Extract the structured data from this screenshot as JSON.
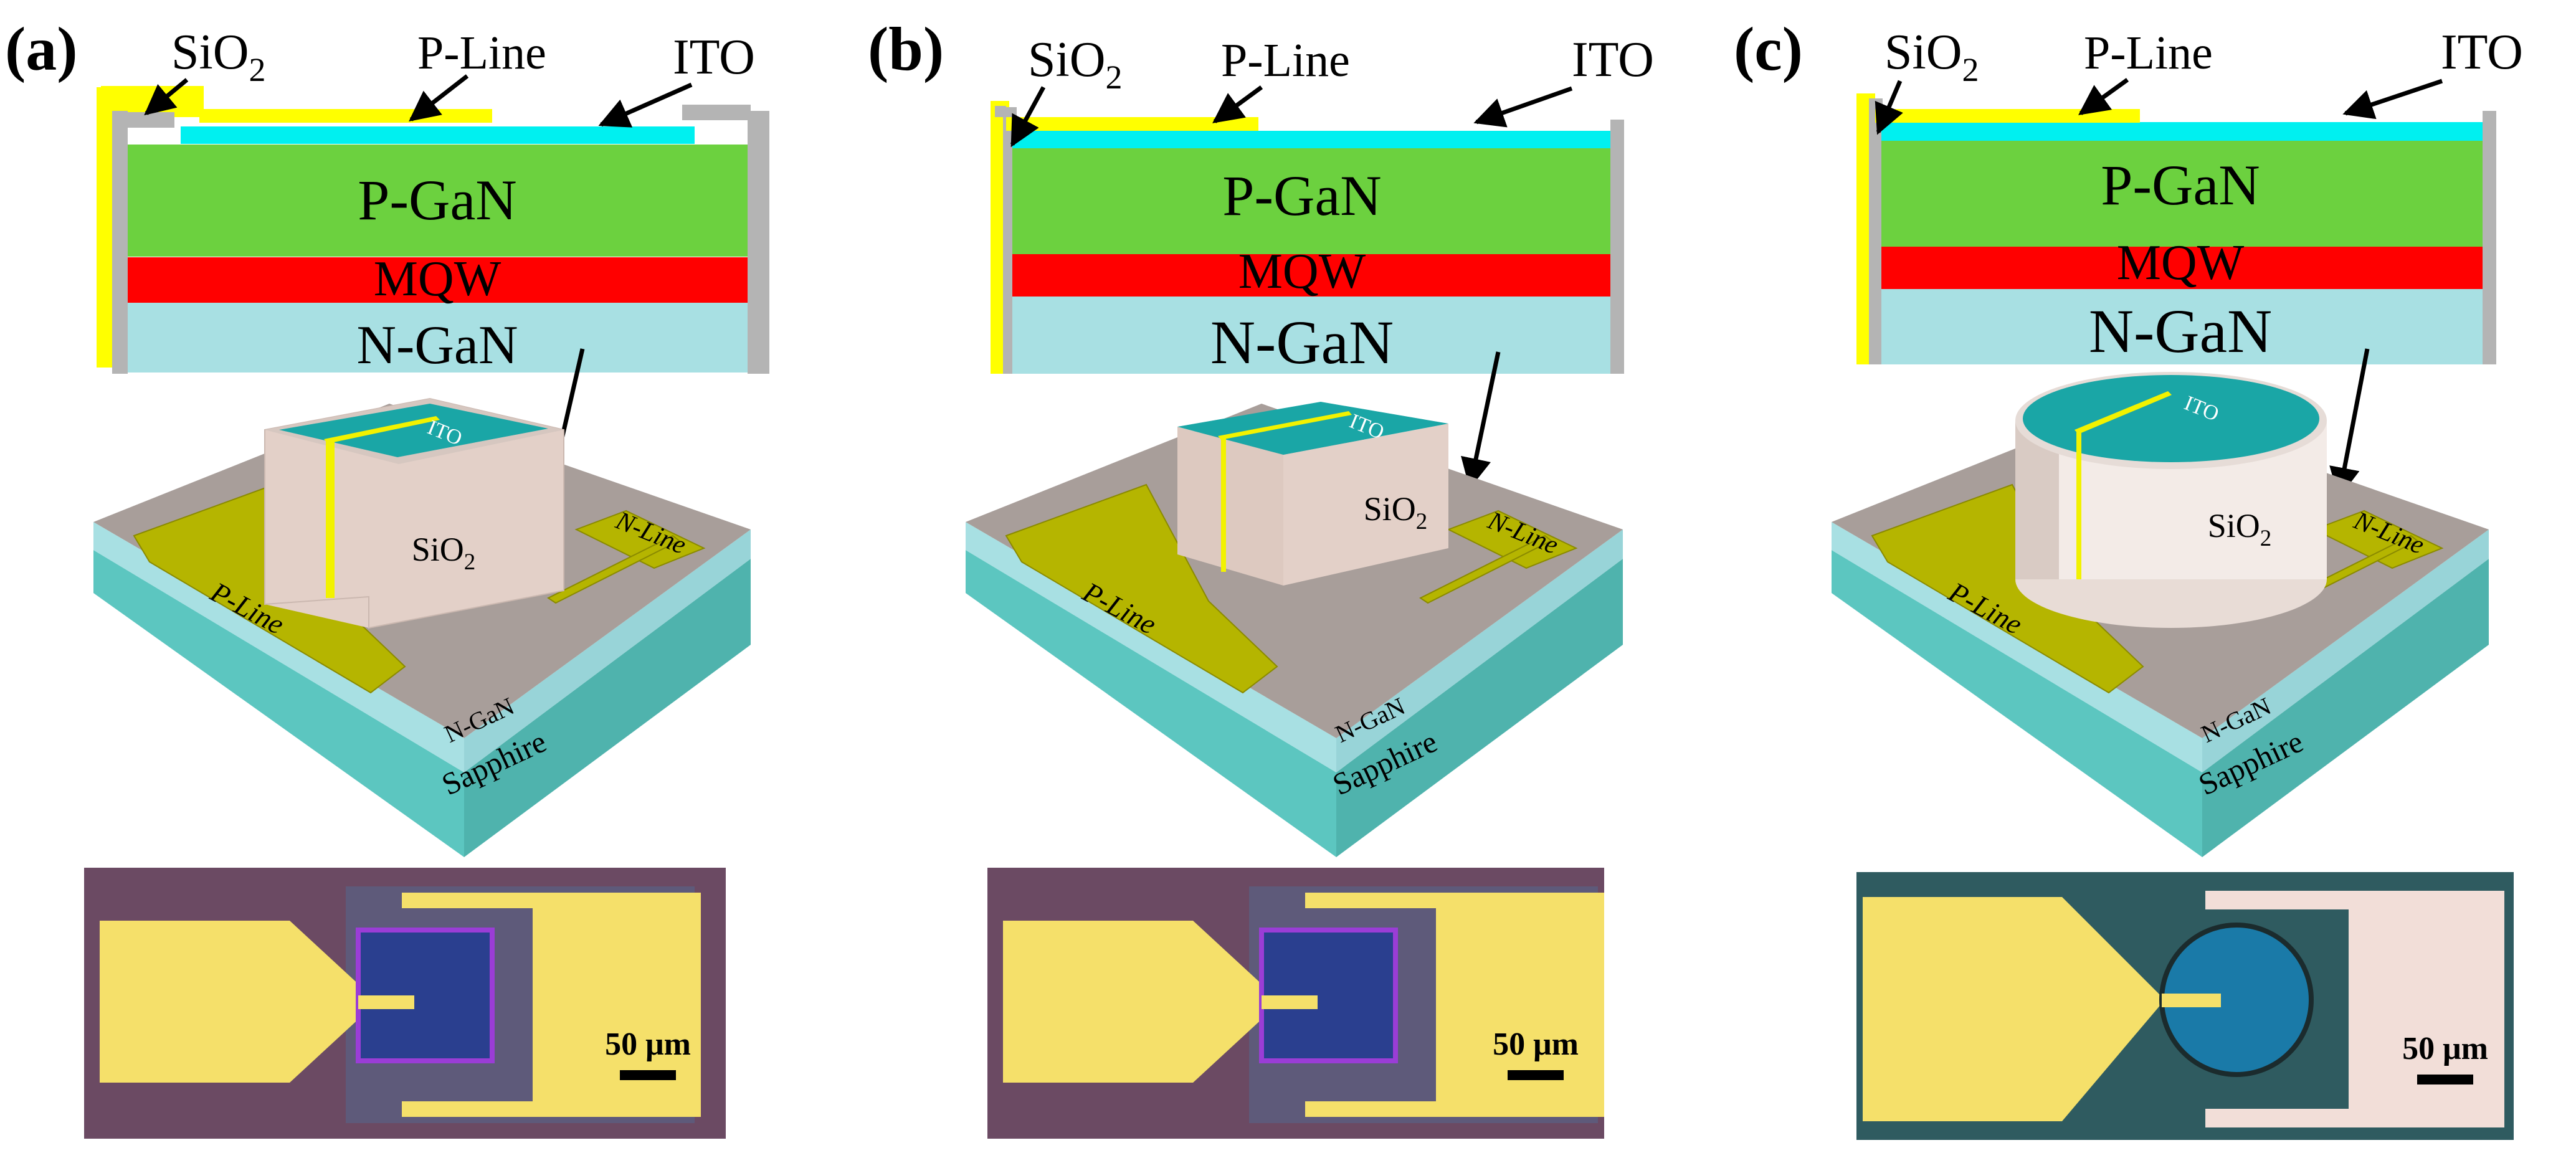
{
  "colors": {
    "p_gan": "#6cd13f",
    "mqw": "#ff0000",
    "n_gan": "#a8e0e3",
    "sio2": "#b4b4b4",
    "p_line": "#ffff00",
    "ito": "#00f0f0",
    "sapphire": "#5cc6c0",
    "pad": "#f5e06a",
    "sio2_3d": "#e3d0c8",
    "ito_3d": "#1aa6a6",
    "top_surface": "#a89e9a",
    "line_3d": "#b5b500"
  },
  "panels": [
    {
      "label": "(a)",
      "layers": {
        "p_gan": "P-GaN",
        "mqw": "MQW",
        "n_gan": "N-GaN"
      },
      "callouts": {
        "sio2": "SiO",
        "sio2_sub": "2",
        "p_line": "P-Line",
        "ito": "ITO"
      },
      "model": {
        "ito": "ITO",
        "sio2": "SiO",
        "sio2_sub": "2",
        "n_line": "N-Line",
        "p_line": "P-Line",
        "n_gan": "N-GaN",
        "sapphire": "Sapphire",
        "mesa_shape": "square"
      },
      "micrograph": {
        "scale_bar": "50 μm",
        "mesa_shape": "square"
      }
    },
    {
      "label": "(b)",
      "layers": {
        "p_gan": "P-GaN",
        "mqw": "MQW",
        "n_gan": "N-GaN"
      },
      "callouts": {
        "sio2": "SiO",
        "sio2_sub": "2",
        "p_line": "P-Line",
        "ito": "ITO"
      },
      "model": {
        "ito": "ITO",
        "sio2": "SiO",
        "sio2_sub": "2",
        "n_line": "N-Line",
        "p_line": "P-Line",
        "n_gan": "N-GaN",
        "sapphire": "Sapphire",
        "mesa_shape": "square"
      },
      "micrograph": {
        "scale_bar": "50 μm",
        "mesa_shape": "square"
      }
    },
    {
      "label": "(c)",
      "layers": {
        "p_gan": "P-GaN",
        "mqw": "MQW",
        "n_gan": "N-GaN"
      },
      "callouts": {
        "sio2": "SiO",
        "sio2_sub": "2",
        "p_line": "P-Line",
        "ito": "ITO"
      },
      "model": {
        "ito": "ITO",
        "sio2": "SiO",
        "sio2_sub": "2",
        "n_line": "N-Line",
        "p_line": "P-Line",
        "n_gan": "N-GaN",
        "sapphire": "Sapphire",
        "mesa_shape": "cylinder"
      },
      "micrograph": {
        "scale_bar": "50 μm",
        "mesa_shape": "circle"
      }
    }
  ]
}
